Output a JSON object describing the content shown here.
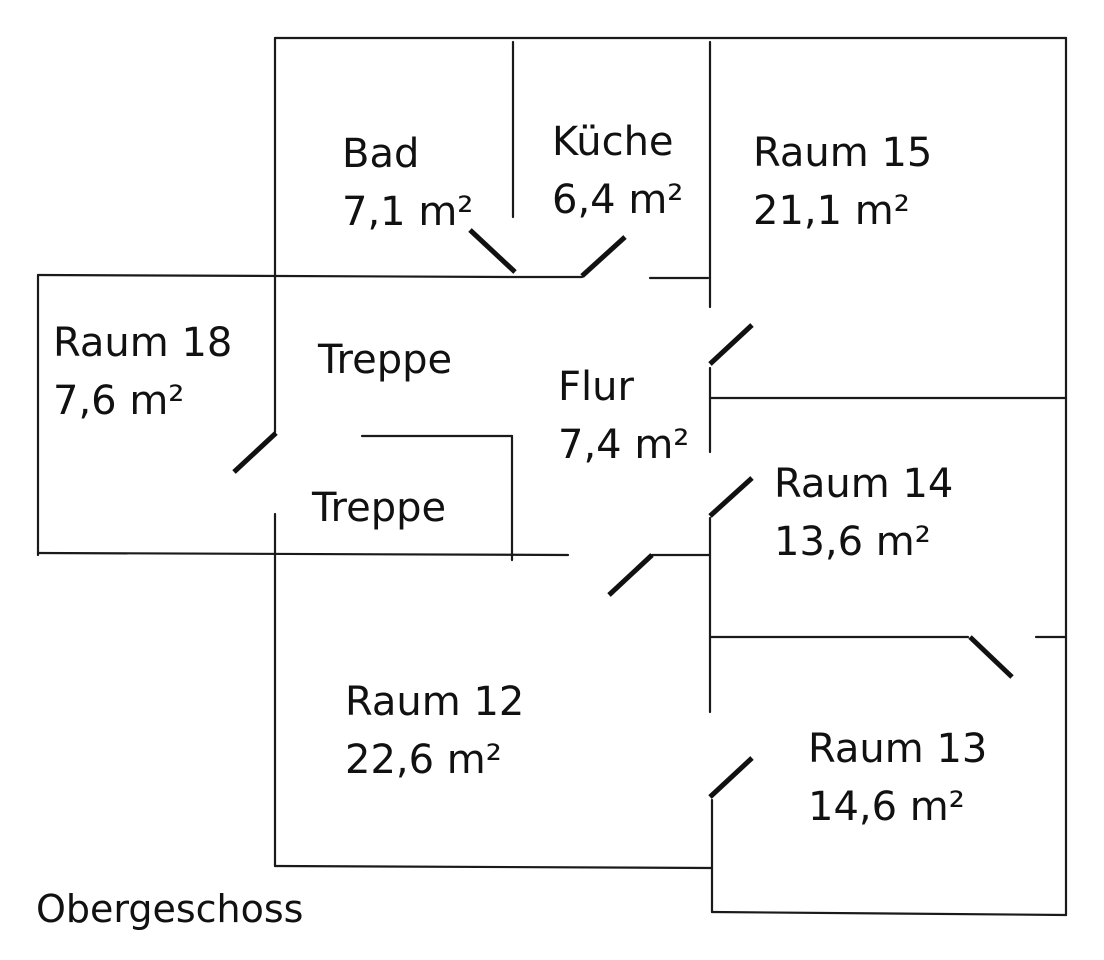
{
  "floor": {
    "caption": "Obergeschoss"
  },
  "rooms": {
    "bad": {
      "name": "Bad",
      "area": "7,1 m²"
    },
    "kueche": {
      "name": "Küche",
      "area": "6,4 m²"
    },
    "raum15": {
      "name": "Raum 15",
      "area": "21,1 m²"
    },
    "raum18": {
      "name": "Raum 18",
      "area": "7,6 m²"
    },
    "treppe_oben": {
      "name": "Treppe"
    },
    "treppe_unten": {
      "name": "Treppe"
    },
    "flur": {
      "name": "Flur",
      "area": "7,4 m²"
    },
    "raum14": {
      "name": "Raum 14",
      "area": "13,6 m²"
    },
    "raum12": {
      "name": "Raum 12",
      "area": "22,6 m²"
    },
    "raum13": {
      "name": "Raum 13",
      "area": "14,6 m²"
    }
  }
}
